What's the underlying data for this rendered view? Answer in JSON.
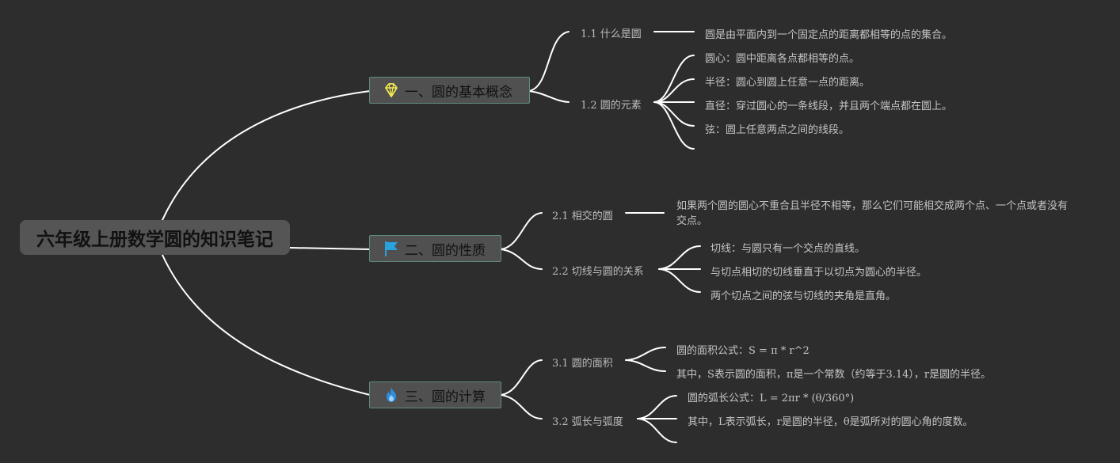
{
  "root": {
    "title": "六年级上册数学圆的知识笔记"
  },
  "branches": [
    {
      "icon": "diamond-icon",
      "title": "一、圆的基本概念",
      "subs": [
        {
          "title": "1.1 什么是圆",
          "leaves": [
            "圆是由平面内到一个固定点的距离都相等的点的集合。"
          ]
        },
        {
          "title": "1.2 圆的元素",
          "leaves": [
            "圆心：圆中距离各点都相等的点。",
            "半径：圆心到圆上任意一点的距离。",
            "直径：穿过圆心的一条线段，并且两个端点都在圆上。",
            "弦：圆上任意两点之间的线段。"
          ]
        }
      ]
    },
    {
      "icon": "flag-icon",
      "title": "二、圆的性质",
      "subs": [
        {
          "title": "2.1 相交的圆",
          "leaves": [
            "如果两个圆的圆心不重合且半径不相等，那么它们可能相交成两个点、一个点或者没有交点。"
          ]
        },
        {
          "title": "2.2 切线与圆的关系",
          "leaves": [
            "切线：与圆只有一个交点的直线。",
            "与切点相切的切线垂直于以切点为圆心的半径。",
            "两个切点之间的弦与切线的夹角是直角。"
          ]
        }
      ]
    },
    {
      "icon": "flame-icon",
      "title": "三、圆的计算",
      "subs": [
        {
          "title": "3.1 圆的面积",
          "leaves": [
            "圆的面积公式：S = π * r^2",
            "其中，S表示圆的面积，π是一个常数（约等于3.14），r是圆的半径。"
          ]
        },
        {
          "title": "3.2 弧长与弧度",
          "leaves": [
            "圆的弧长公式：L = 2πr * (θ/360°)",
            "其中，L表示弧长，r是圆的半径，θ是弧所对的圆心角的度数。"
          ]
        }
      ]
    }
  ],
  "colors": {
    "background": "#2d2d2d",
    "line": "#ffffff",
    "diamond": "#f2e94e",
    "flag": "#29a3e0",
    "flame": "#2f8fe0"
  }
}
